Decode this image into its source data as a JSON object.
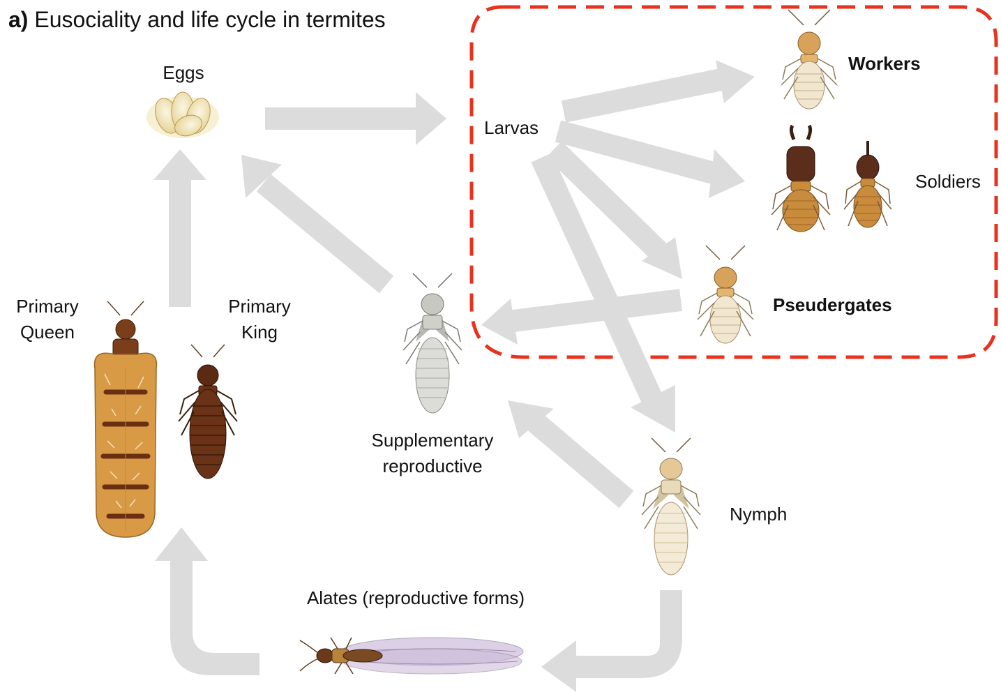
{
  "title": {
    "prefix": "a)",
    "text": "Eusociality and life cycle in termites"
  },
  "labels": {
    "eggs": "Eggs",
    "larvas": "Larvas",
    "workers": "Workers",
    "soldiers": "Soldiers",
    "pseudergates": "Pseudergates",
    "primary_queen_line1": "Primary",
    "primary_queen_line2": "Queen",
    "primary_king_line1": "Primary",
    "primary_king_line2": "King",
    "supplementary_line1": "Supplementary",
    "supplementary_line2": "reproductive",
    "nymph": "Nymph",
    "alates": "Alates (reproductive forms)"
  },
  "colors": {
    "arrow": "#dcdcdc",
    "dashed_box": "#e8321e",
    "worker_body": "#f1e6cf",
    "soldier_body": "#c98b3c",
    "soldier_head": "#5a2e1a",
    "queen_body": "#d99a45",
    "king_body": "#6a3216",
    "supplementary_body": "#dcdcd8",
    "nymph_body": "#f3ead8",
    "wing": "#c9b8d8"
  }
}
